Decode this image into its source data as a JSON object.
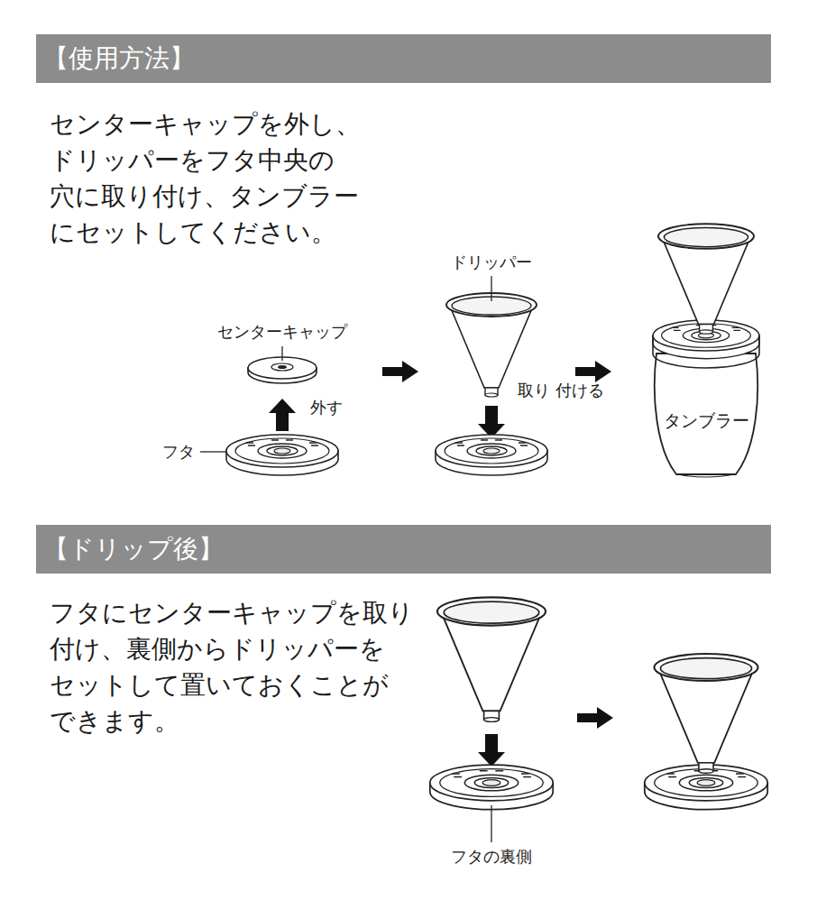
{
  "diagram": {
    "nodes": [
      {
        "text": [
          "【使用方法】"
        ]
      },
      {
        "text": [
          "【ドリップ後】"
        ]
      }
    ],
    "labels": [
      "センターキャップを外し、 ドリッパーをフタ中央の 穴に取り付け、タンブラー にセットしてください。",
      "センターキャップ",
      "外す",
      "フタ",
      "ドリッパー",
      "取り 付ける",
      "タンブラー",
      "フタにセンターキャップを取り 付け、裏側からドリッパーを セットして置いておくことが できます。",
      "フタの裏側"
    ]
  }
}
